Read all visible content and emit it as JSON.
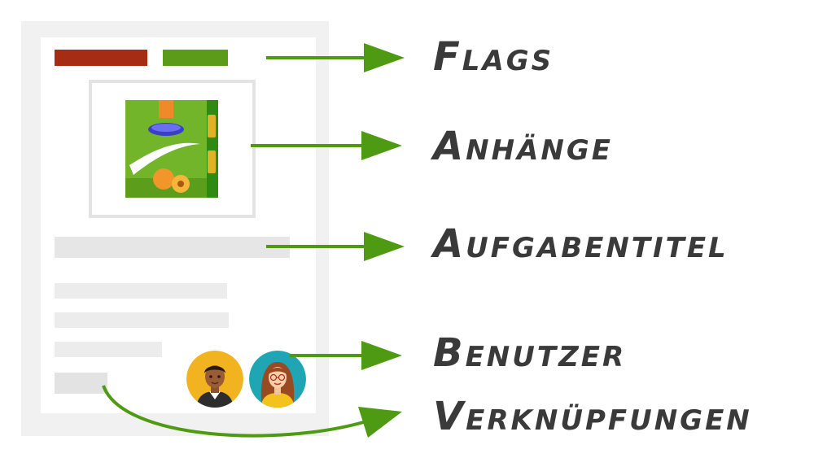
{
  "colors": {
    "flag_red": "#a62c14",
    "flag_green": "#5c9a1a",
    "arrow": "#4e9a12",
    "label_text": "#3a3a3a"
  },
  "labels": {
    "flags": "Flags",
    "attachments": "Anhänge",
    "task_title": "Aufgabentitel",
    "users": "Benutzer",
    "links": "Verknüpfungen"
  },
  "icons": {
    "attachment": "juice-box-icon",
    "avatar_1": "man-avatar-icon",
    "avatar_2": "woman-avatar-icon"
  }
}
